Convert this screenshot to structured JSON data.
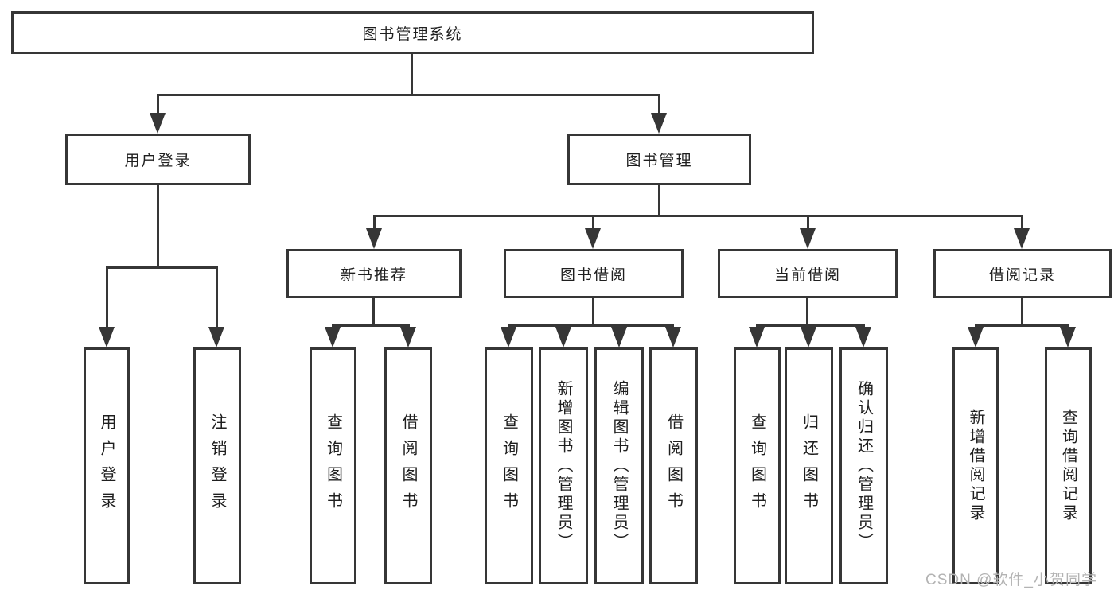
{
  "diagram": {
    "type": "tree",
    "title": "图书管理系统",
    "nodes": {
      "root": "图书管理系统",
      "user_login": "用户登录",
      "book_mgmt": "图书管理",
      "new_book_rec": "新书推荐",
      "book_borrow": "图书借阅",
      "current_borrow": "当前借阅",
      "borrow_records": "借阅记录",
      "leaf_user_login": "用户登录",
      "leaf_logout": "注销登录",
      "leaf_rec_query_book": "查询图书",
      "leaf_rec_borrow_book": "借阅图书",
      "leaf_bb_query_book": "查询图书",
      "leaf_bb_add_book": "新增图书（管理员）",
      "leaf_bb_edit_book": "编辑图书（管理员）",
      "leaf_bb_borrow_book": "借阅图书",
      "leaf_cb_query_book": "查询图书",
      "leaf_cb_return_book": "归还图书",
      "leaf_cb_confirm_return": "确认归还（管理员）",
      "leaf_br_add_record": "新增借阅记录",
      "leaf_br_query_record": "查询借阅记录"
    },
    "edges": [
      [
        "root",
        "user_login"
      ],
      [
        "root",
        "book_mgmt"
      ],
      [
        "user_login",
        "leaf_user_login"
      ],
      [
        "user_login",
        "leaf_logout"
      ],
      [
        "book_mgmt",
        "new_book_rec"
      ],
      [
        "book_mgmt",
        "book_borrow"
      ],
      [
        "book_mgmt",
        "current_borrow"
      ],
      [
        "book_mgmt",
        "borrow_records"
      ],
      [
        "new_book_rec",
        "leaf_rec_query_book"
      ],
      [
        "new_book_rec",
        "leaf_rec_borrow_book"
      ],
      [
        "book_borrow",
        "leaf_bb_query_book"
      ],
      [
        "book_borrow",
        "leaf_bb_add_book"
      ],
      [
        "book_borrow",
        "leaf_bb_edit_book"
      ],
      [
        "book_borrow",
        "leaf_bb_borrow_book"
      ],
      [
        "current_borrow",
        "leaf_cb_query_book"
      ],
      [
        "current_borrow",
        "leaf_cb_return_book"
      ],
      [
        "current_borrow",
        "leaf_cb_confirm_return"
      ],
      [
        "borrow_records",
        "leaf_br_add_record"
      ],
      [
        "borrow_records",
        "leaf_br_query_record"
      ]
    ],
    "colors": {
      "line": "#363636",
      "text": "#1f1f1f",
      "box_background": "#ffffff",
      "page_background": "#ffffff",
      "watermark": "#b3b3b3"
    }
  },
  "watermark": {
    "text": "CSDN @软件_小贺同学"
  }
}
